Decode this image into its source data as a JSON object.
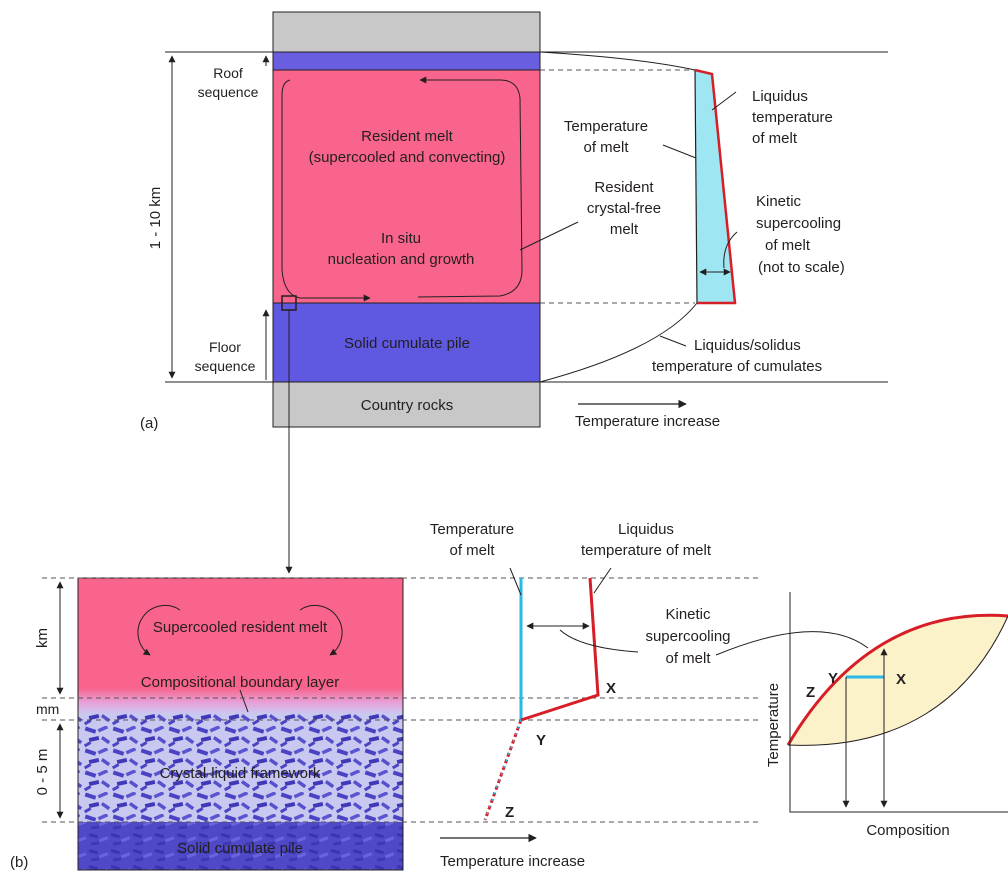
{
  "panel_a": {
    "panel_label": "(a)",
    "depth_scale": "1 - 10 km",
    "roof_sequence": [
      "Roof",
      "sequence"
    ],
    "floor_sequence": [
      "Floor",
      "sequence"
    ],
    "resident_melt": [
      "Resident melt",
      "(supercooled and convecting)"
    ],
    "in_situ": [
      "In situ",
      "nucleation and growth"
    ],
    "solid_cumulate": "Solid cumulate pile",
    "country_rocks": "Country rocks",
    "temp_of_melt": [
      "Temperature",
      "of melt"
    ],
    "crystal_free": [
      "Resident",
      "crystal-free",
      "melt"
    ],
    "liquidus_melt": [
      "Liquidus",
      "temperature",
      "of melt"
    ],
    "kinetic": [
      "Kinetic",
      "supercooling",
      "of melt",
      "(not to scale)"
    ],
    "liquidus_solidus": [
      "Liquidus/solidus",
      "temperature of cumulates"
    ],
    "temp_increase": "Temperature increase"
  },
  "panel_b": {
    "panel_label": "(b)",
    "scale_km": "km",
    "scale_mm": "mm",
    "scale_m": "0 - 5 m",
    "supercooled": "Supercooled resident melt",
    "boundary_layer": "Compositional boundary layer",
    "framework": "Crystal-liquid framework",
    "solid_cumulate": "Solid cumulate pile",
    "temp_of_melt": [
      "Temperature",
      "of melt"
    ],
    "liquidus_of_melt": [
      "Liquidus",
      "temperature of melt"
    ],
    "kinetic": [
      "Kinetic",
      "supercooling",
      "of melt"
    ],
    "point_x": "X",
    "point_y": "Y",
    "point_z": "Z",
    "temp_increase": "Temperature increase"
  },
  "phase_diagram": {
    "ylabel": "Temperature",
    "xlabel": "Composition",
    "point_x": "X",
    "point_y": "Y",
    "point_z": "Z"
  },
  "colors": {
    "melt": "#f8648b",
    "roof_band": "#6a5ee0",
    "cumulate": "#5f58e0",
    "country": "#c8c8c8",
    "liquidus_red": "#d71e26",
    "melt_cyan": "#2ab8e6",
    "supercool_fill": "#9ee6f2",
    "phase_fill": "#fbf2c9"
  }
}
